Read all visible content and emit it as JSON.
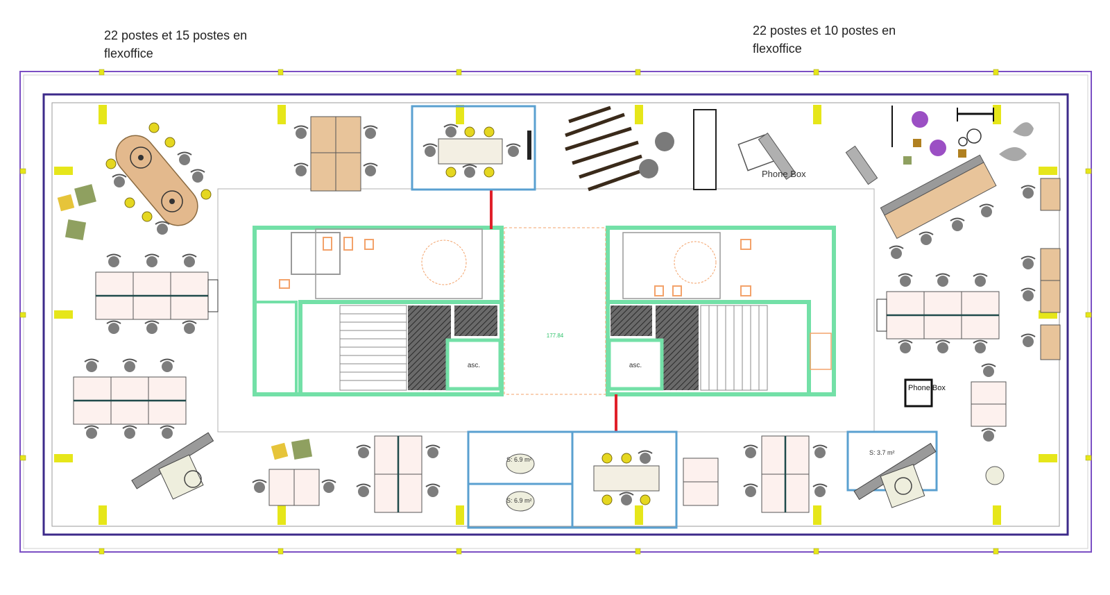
{
  "captions": {
    "left": "22 postes et 15 postes en\nflexoffice",
    "right": "22 postes et 10 postes en\nflexoffice"
  },
  "labels": {
    "phone_box_1": "Phone Box",
    "phone_box_2": "Phone Box",
    "elevator_left": "asc.",
    "elevator_right": "asc.",
    "core_area": "177.84",
    "room_area_1": "S: 6.9 m²",
    "room_area_2": "S: 6.9 m²",
    "room_area_3": "S: 3.7 m²"
  },
  "colors": {
    "outer_frame": "#7b4fc4",
    "inner_frame": "#3c2a8a",
    "core_wall": "#73e0a7",
    "partition": "#5aa0d0",
    "door_red": "#e0202a",
    "marker_yellow": "#e6e61a",
    "desk_pink": "#fdf1ee",
    "desk_wood": "#e8c49a",
    "chair_grey": "#7a7a7a",
    "chair_yellow": "#e6d81e",
    "olive": "#8fa060",
    "purple_deco": "#9b4fc4"
  },
  "icons": [
    "plant-icon",
    "chair-icon",
    "desk-icon",
    "stair-icon",
    "door-icon"
  ]
}
